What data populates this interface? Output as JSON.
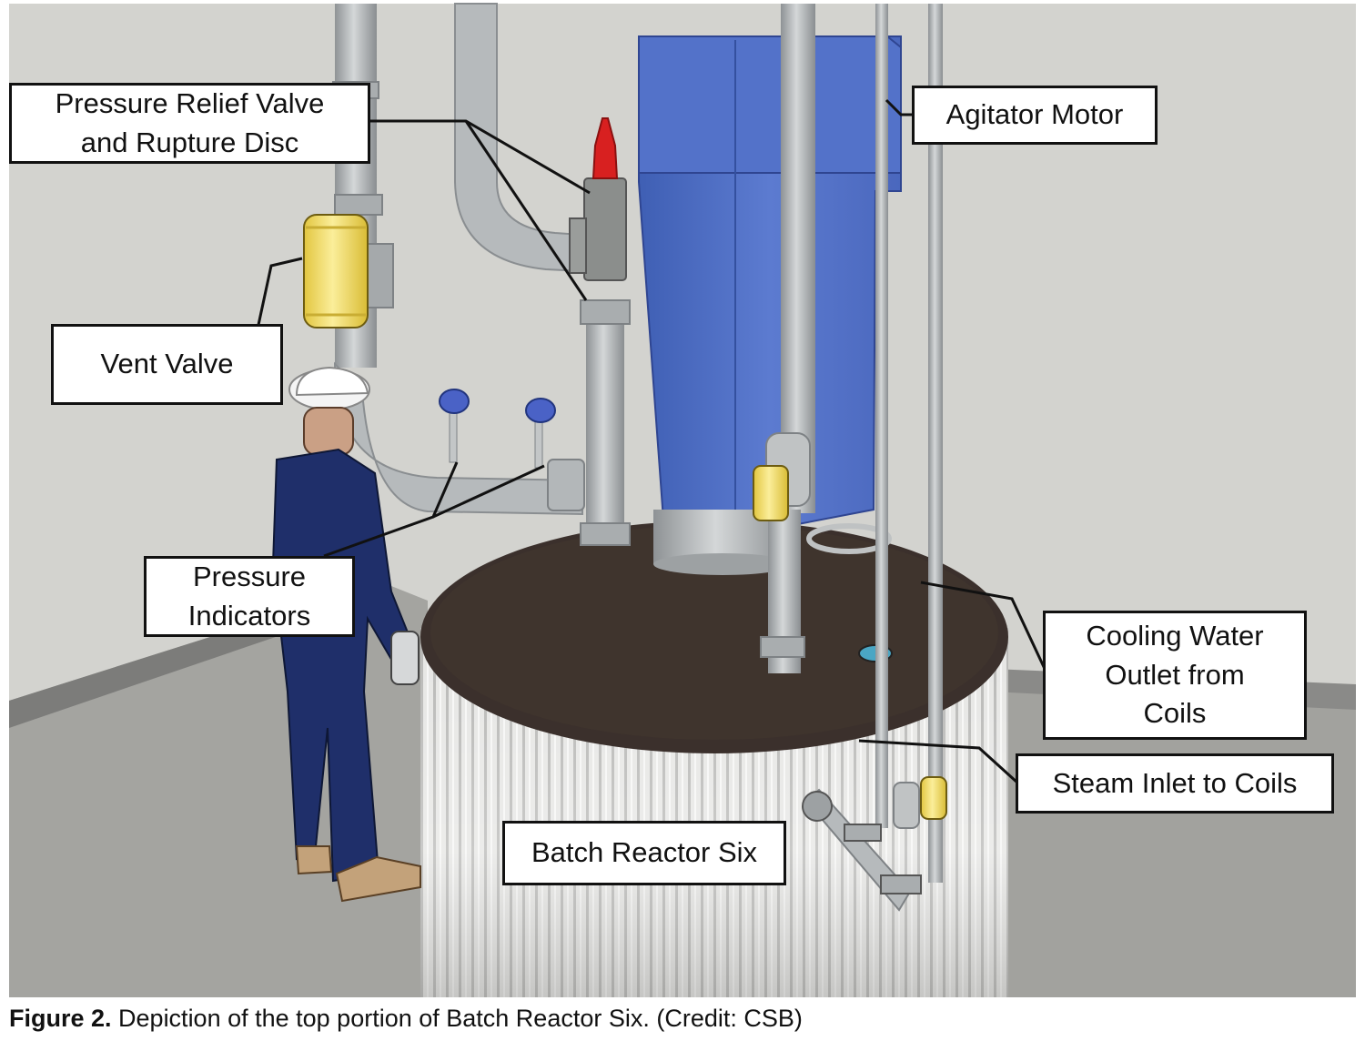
{
  "labels": {
    "pressure_relief": {
      "line1": "Pressure Relief Valve",
      "line2": "and Rupture Disc"
    },
    "agitator_motor": "Agitator Motor",
    "vent_valve": "Vent Valve",
    "pressure_indicators": {
      "line1": "Pressure",
      "line2": "Indicators"
    },
    "cooling_water": {
      "line1": "Cooling Water",
      "line2": "Outlet from",
      "line3": "Coils"
    },
    "steam_inlet": "Steam Inlet to Coils",
    "batch_reactor": "Batch Reactor Six"
  },
  "caption": {
    "figure_label": "Figure 2.",
    "text": " Depiction of the top portion of Batch Reactor Six. (Credit: CSB)"
  },
  "colors": {
    "wall": "#d3d3cf",
    "floor": "#9c9c98",
    "pipe": "#b9bdbf",
    "motor": "#5a78c8",
    "reactor_top": "#3a2f2b",
    "reactor_side": "#dededc",
    "valve_yellow": "#f3df6e",
    "relief_red": "#d82020",
    "coverall": "#1f2f6a"
  }
}
